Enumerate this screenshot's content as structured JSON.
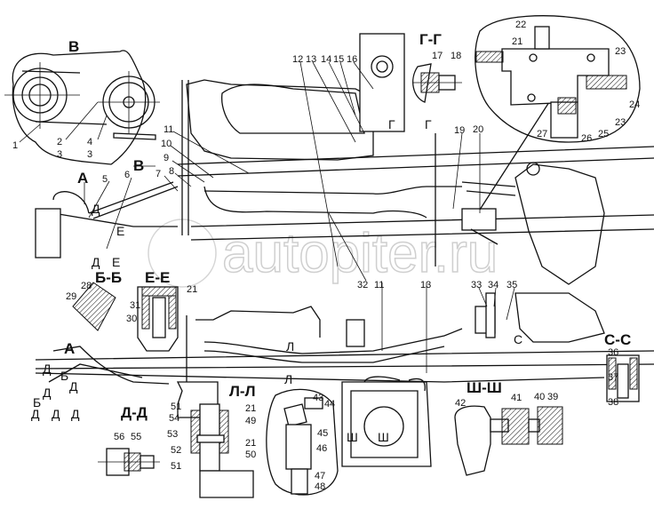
{
  "watermark": "autopiter.ru",
  "sections": {
    "v": "В",
    "a": "А",
    "v_arrow": "В",
    "g_g": "Г-Г",
    "b_b": "Б-Б",
    "e_e": "Е-Е",
    "a2": "А",
    "d_d": "Д-Д",
    "l_l": "Л-Л",
    "sh_sh": "Ш-Ш",
    "s_s": "С-С"
  },
  "markers": {
    "g1": "Г",
    "g2": "Г",
    "d1": "Д",
    "e1": "Е",
    "d2": "Д",
    "e2": "Е",
    "d3": "Д",
    "b3": "Б",
    "d4": "Д",
    "d5": "Д",
    "b4": "Б",
    "d6": "Д",
    "d7": "Д",
    "d8": "Д",
    "l1": "Л",
    "l2": "Л",
    "s1": "С",
    "sh1": "Ш",
    "sh2": "Ш"
  },
  "labels": [
    "1",
    "2",
    "3",
    "4",
    "3",
    "5",
    "6",
    "7",
    "8",
    "9",
    "10",
    "11",
    "12",
    "13",
    "14",
    "15",
    "16",
    "17",
    "18",
    "19",
    "20",
    "22",
    "21",
    "23",
    "24",
    "23",
    "25",
    "26",
    "27",
    "28",
    "29",
    "21",
    "31",
    "30",
    "32",
    "11",
    "13",
    "33",
    "34",
    "35",
    "36",
    "37",
    "38",
    "51",
    "21",
    "49",
    "54",
    "53",
    "52",
    "21",
    "50",
    "51",
    "43",
    "44",
    "45",
    "46",
    "47",
    "48",
    "42",
    "41",
    "40",
    "39",
    "56",
    "55"
  ]
}
